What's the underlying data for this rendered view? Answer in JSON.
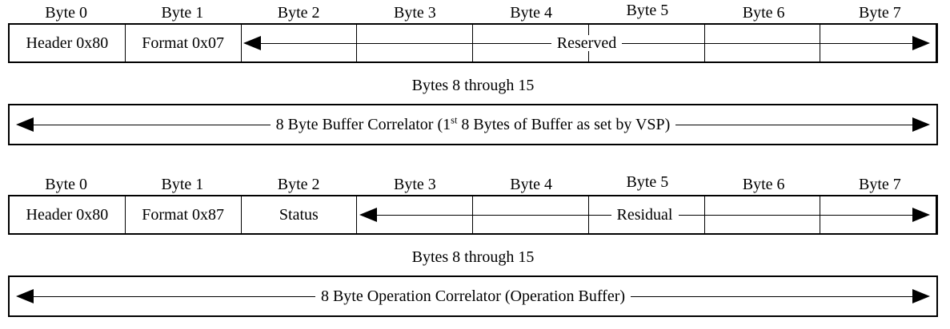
{
  "diagram": {
    "byte_headers": [
      "Byte 0",
      "Byte 1",
      "Byte 2",
      "Byte 3",
      "Byte 4",
      "Byte 5",
      "Byte 6",
      "Byte 7"
    ],
    "request": {
      "row": {
        "header": "Header 0x80",
        "format": "Format 0x07",
        "reserved_label": "Reserved"
      },
      "caption": "Bytes 8 through 15",
      "correlator_prefix": "8 Byte Buffer Correlator (1",
      "correlator_ordinal": "st",
      "correlator_suffix": " 8 Bytes of Buffer as set by VSP)"
    },
    "response": {
      "row": {
        "header": "Header 0x80",
        "format": "Format 0x87",
        "status": "Status",
        "residual_label": "Residual"
      },
      "caption": "Bytes 8 through 15",
      "correlator": "8 Byte Operation Correlator (Operation Buffer)"
    }
  }
}
